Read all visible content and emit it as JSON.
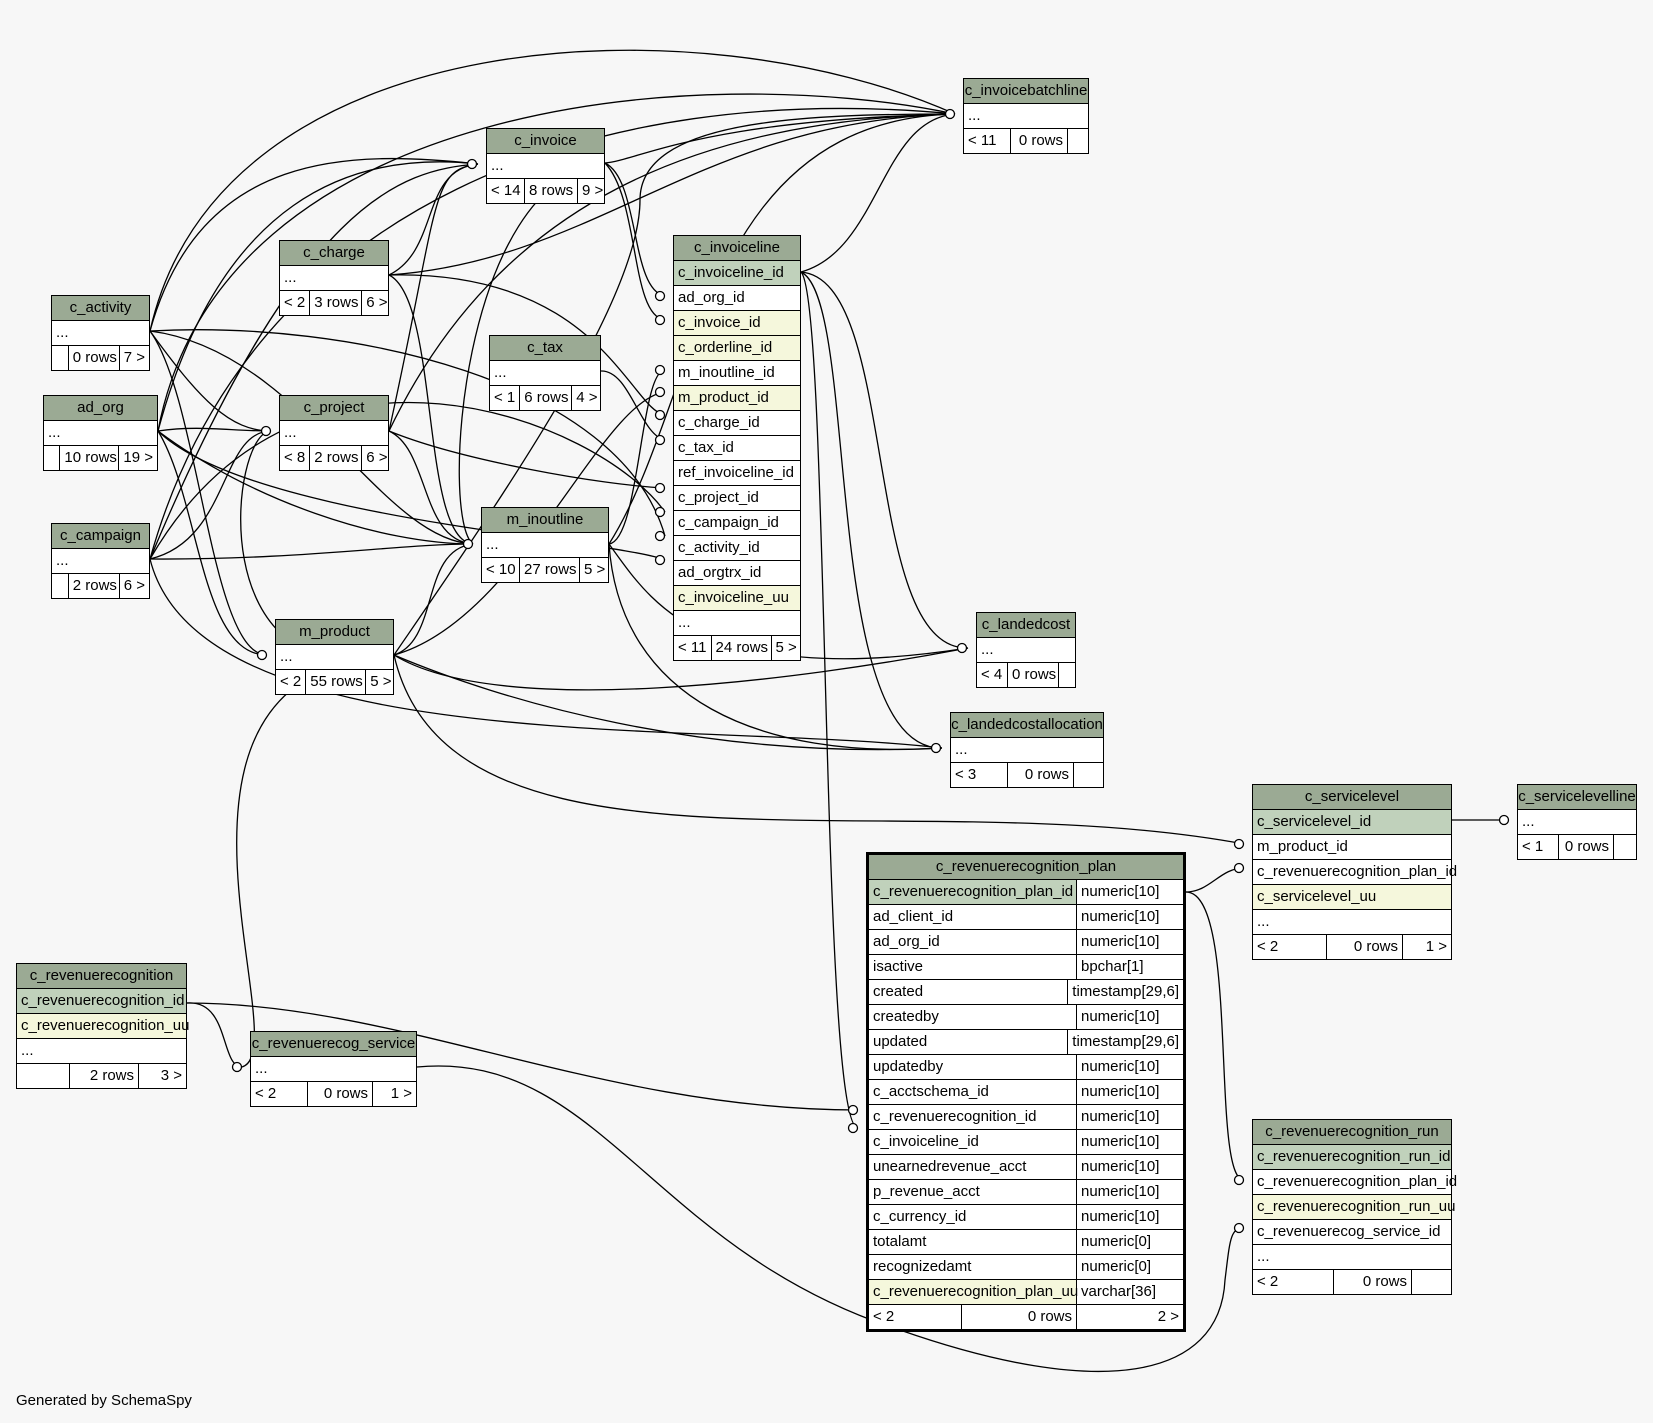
{
  "generated_by": "Generated by SchemaSpy",
  "colors": {
    "header": "#9baa94",
    "pk": "#c0d1bb",
    "unique": "#f5f7dc",
    "background": "#f7f7f7"
  },
  "tables": {
    "c_invoicebatchline": {
      "name": "c_invoicebatchline",
      "cols": [
        "..."
      ],
      "footer": [
        "< 11",
        "0 rows",
        ""
      ]
    },
    "c_invoice": {
      "name": "c_invoice",
      "cols": [
        "..."
      ],
      "footer": [
        "< 14",
        "8 rows",
        "9 >"
      ]
    },
    "c_charge": {
      "name": "c_charge",
      "cols": [
        "..."
      ],
      "footer": [
        "< 2",
        "3 rows",
        "6 >"
      ]
    },
    "c_activity": {
      "name": "c_activity",
      "cols": [
        "..."
      ],
      "footer": [
        "",
        "0 rows",
        "7 >"
      ]
    },
    "ad_org": {
      "name": "ad_org",
      "cols": [
        "..."
      ],
      "footer": [
        "",
        "10 rows",
        "19 >"
      ]
    },
    "c_project": {
      "name": "c_project",
      "cols": [
        "..."
      ],
      "footer": [
        "< 8",
        "2 rows",
        "6 >"
      ]
    },
    "c_tax": {
      "name": "c_tax",
      "cols": [
        "..."
      ],
      "footer": [
        "< 1",
        "6 rows",
        "4 >"
      ]
    },
    "c_campaign": {
      "name": "c_campaign",
      "cols": [
        "..."
      ],
      "footer": [
        "",
        "2 rows",
        "6 >"
      ]
    },
    "m_inoutline": {
      "name": "m_inoutline",
      "cols": [
        "..."
      ],
      "footer": [
        "< 10",
        "27 rows",
        "5 >"
      ]
    },
    "m_product": {
      "name": "m_product",
      "cols": [
        "..."
      ],
      "footer": [
        "< 2",
        "55 rows",
        "5 >"
      ]
    },
    "c_invoiceline": {
      "name": "c_invoiceline",
      "cols": [
        "c_invoiceline_id",
        "ad_org_id",
        "c_invoice_id",
        "c_orderline_id",
        "m_inoutline_id",
        "m_product_id",
        "c_charge_id",
        "c_tax_id",
        "ref_invoiceline_id",
        "c_project_id",
        "c_campaign_id",
        "c_activity_id",
        "ad_orgtrx_id",
        "c_invoiceline_uu",
        "..."
      ],
      "footer": [
        "< 11",
        "24 rows",
        "5 >"
      ]
    },
    "c_landedcost": {
      "name": "c_landedcost",
      "cols": [
        "..."
      ],
      "footer": [
        "< 4",
        "0 rows",
        ""
      ]
    },
    "c_landedcostallocation": {
      "name": "c_landedcostallocation",
      "cols": [
        "..."
      ],
      "footer": [
        "< 3",
        "0 rows",
        ""
      ]
    },
    "c_servicelevel": {
      "name": "c_servicelevel",
      "cols": [
        "c_servicelevel_id",
        "m_product_id",
        "c_revenuerecognition_plan_id",
        "c_servicelevel_uu",
        "..."
      ],
      "footer": [
        "< 2",
        "0 rows",
        "1 >"
      ]
    },
    "c_servicelevelline": {
      "name": "c_servicelevelline",
      "cols": [
        "..."
      ],
      "footer": [
        "< 1",
        "0 rows",
        ""
      ]
    },
    "c_revenuerecognition": {
      "name": "c_revenuerecognition",
      "cols": [
        "c_revenuerecognition_id",
        "c_revenuerecognition_uu",
        "..."
      ],
      "footer": [
        "",
        "2 rows",
        "3 >"
      ]
    },
    "c_revenuerecog_service": {
      "name": "c_revenuerecog_service",
      "cols": [
        "..."
      ],
      "footer": [
        "< 2",
        "0 rows",
        "1 >"
      ]
    },
    "c_revenuerecognition_run": {
      "name": "c_revenuerecognition_run",
      "cols": [
        "c_revenuerecognition_run_id",
        "c_revenuerecognition_plan_id",
        "c_revenuerecognition_run_uu",
        "c_revenuerecog_service_id",
        "..."
      ],
      "footer": [
        "< 2",
        "0 rows",
        ""
      ]
    },
    "c_revenuerecognition_plan": {
      "name": "c_revenuerecognition_plan",
      "cols": [
        [
          "c_revenuerecognition_plan_id",
          "numeric[10]"
        ],
        [
          "ad_client_id",
          "numeric[10]"
        ],
        [
          "ad_org_id",
          "numeric[10]"
        ],
        [
          "isactive",
          "bpchar[1]"
        ],
        [
          "created",
          "timestamp[29,6]"
        ],
        [
          "createdby",
          "numeric[10]"
        ],
        [
          "updated",
          "timestamp[29,6]"
        ],
        [
          "updatedby",
          "numeric[10]"
        ],
        [
          "c_acctschema_id",
          "numeric[10]"
        ],
        [
          "c_revenuerecognition_id",
          "numeric[10]"
        ],
        [
          "c_invoiceline_id",
          "numeric[10]"
        ],
        [
          "unearnedrevenue_acct",
          "numeric[10]"
        ],
        [
          "p_revenue_acct",
          "numeric[10]"
        ],
        [
          "c_currency_id",
          "numeric[10]"
        ],
        [
          "totalamt",
          "numeric[0]"
        ],
        [
          "recognizedamt",
          "numeric[0]"
        ],
        [
          "c_revenuerecognition_plan_uu",
          "varchar[36]"
        ]
      ],
      "footer": [
        "< 2",
        "0 rows",
        "2 >"
      ]
    }
  }
}
